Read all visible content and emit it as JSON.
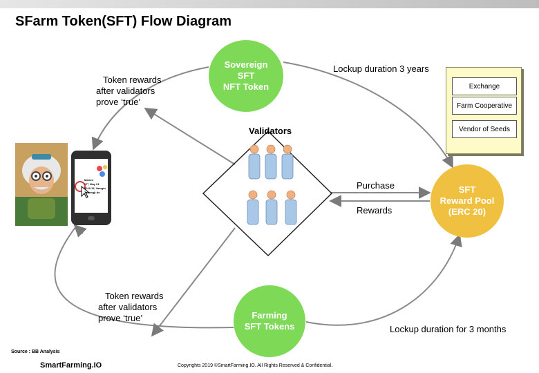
{
  "title": "SFarm Token(SFT) Flow Diagram",
  "nodes": {
    "sovereign": {
      "line1": "Sovereign",
      "line2": "SFT",
      "line3": "NFT Token",
      "color": "#7ed957"
    },
    "farming": {
      "line1": "Farming",
      "line2": "SFT Tokens",
      "color": "#7ed957"
    },
    "reward_pool": {
      "line1": "SFT",
      "line2": "Reward Pool",
      "line3": "(ERC 20)",
      "color": "#f0c040"
    },
    "validators": {
      "label": "Validators"
    }
  },
  "edges": {
    "lockup_top": "Lockup duration 3 years",
    "lockup_bottom": "Lockup duration for 3 months",
    "purchase": "Purchase",
    "rewards": "Rewards",
    "token_rewards_top": {
      "line1": "Token rewards",
      "line2": "after validators",
      "line3": "prove ‘true’"
    },
    "token_rewards_bottom": {
      "line1": "Token rewards",
      "line2": "after validators",
      "line3": "prove ‘true’"
    }
  },
  "note": {
    "items": [
      "Exchange",
      "Farm Cooperative",
      "Vendor of Seeds"
    ]
  },
  "phone": {
    "text1": "Marten",
    "text2": "17°, May 01",
    "text3": "2019 15, Yamgin",
    "text4": "Tobeogji-do"
  },
  "footer": {
    "source": "Source : BB Analysis",
    "brand": "SmartFarming.IO",
    "copyright": "Copyrights 2019 ©SmartFarming.IO. All Rights Reserved & Confidential."
  }
}
